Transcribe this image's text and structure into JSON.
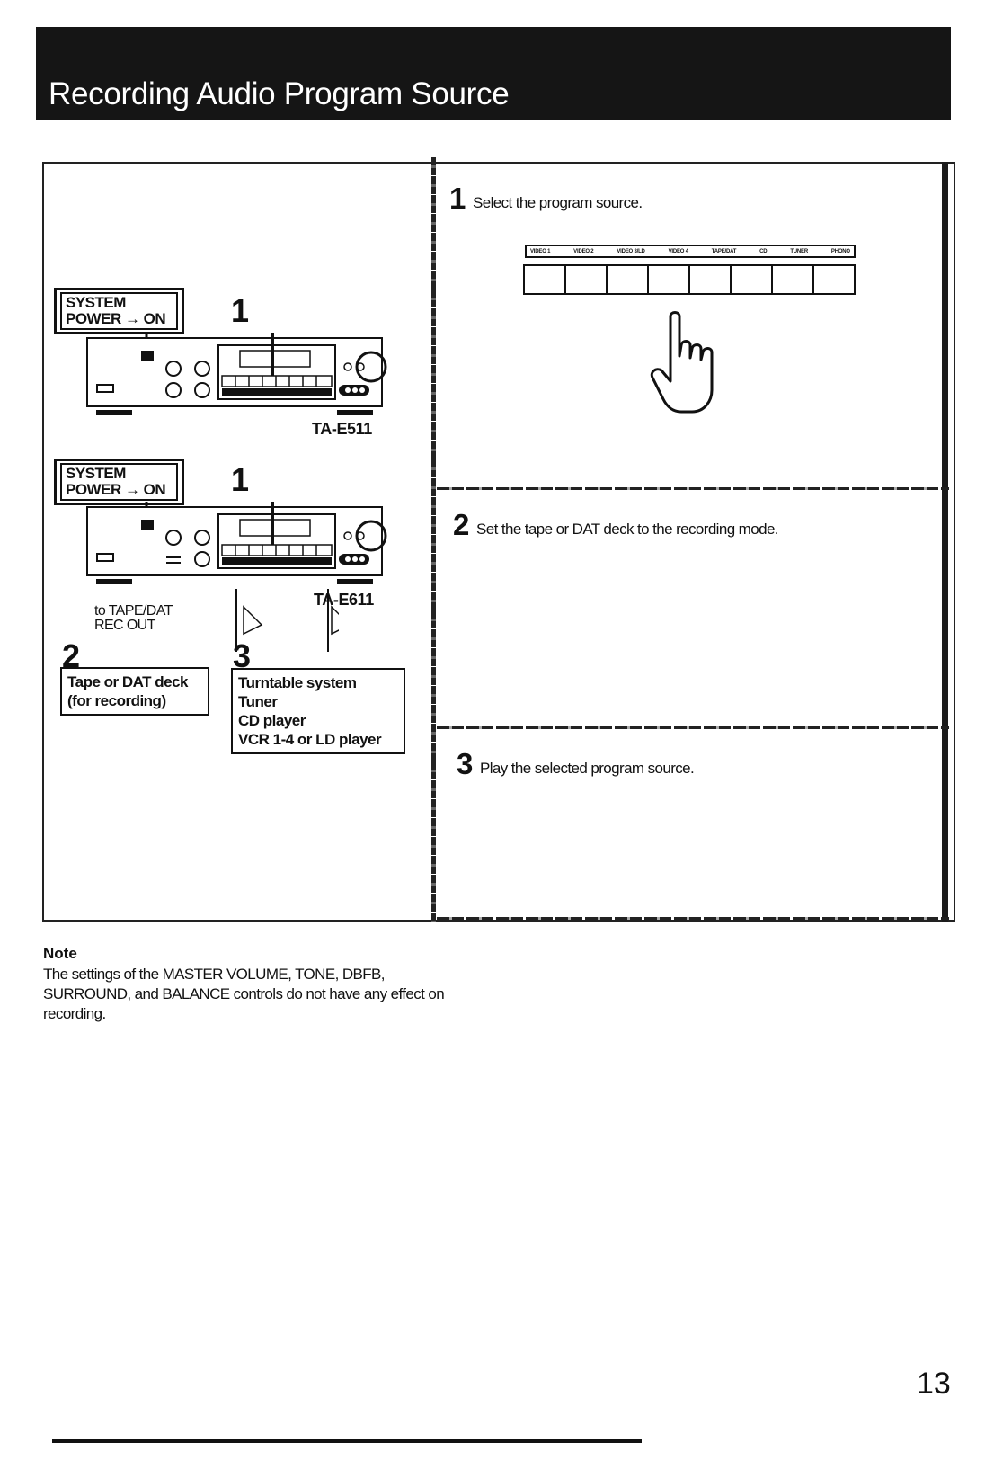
{
  "header": {
    "title": "Recording Audio Program Source"
  },
  "diagram": {
    "system_power_1": {
      "line1": "SYSTEM",
      "line2": "POWER → ON"
    },
    "system_power_2": {
      "line1": "SYSTEM",
      "line2": "POWER → ON"
    },
    "callout_top": "1",
    "callout_bottom": "1",
    "model_top": "TA-E511",
    "model_bottom": "TA-E611",
    "rec_out_label": {
      "line1": "to TAPE/DAT",
      "line2": "REC OUT"
    },
    "callout_2": "2",
    "callout_3": "3",
    "tape_deck": {
      "line1": "Tape or DAT deck",
      "line2": "(for recording)"
    },
    "sources": [
      "Turntable system",
      "Tuner",
      "CD player",
      "VCR 1-4 or LD player"
    ]
  },
  "steps": [
    {
      "number": "1",
      "text": "Select the program source."
    },
    {
      "number": "2",
      "text": "Set the tape or DAT deck to the recording mode."
    },
    {
      "number": "3",
      "text": "Play the selected program source."
    }
  ],
  "selector_labels": [
    "VIDEO 1",
    "VIDEO 2",
    "VIDEO 3/LD",
    "VIDEO 4",
    "TAPE/DAT",
    "CD",
    "TUNER",
    "PHONO"
  ],
  "note": {
    "title": "Note",
    "text": "The settings of the MASTER VOLUME, TONE, DBFB, SURROUND, and BALANCE controls do not have any effect on recording."
  },
  "page_number": "13"
}
